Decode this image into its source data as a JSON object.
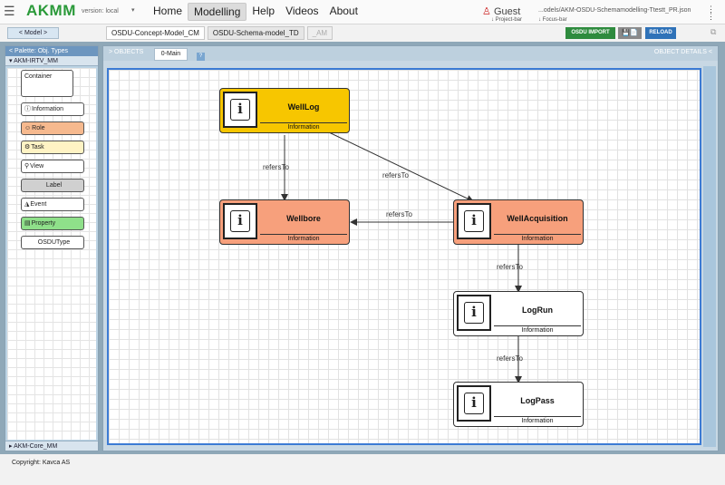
{
  "header": {
    "menu_icon": "hamburger-icon",
    "brand": "AKMM",
    "version": "version: local",
    "nav": [
      "Home",
      "Modelling",
      "Help",
      "Videos",
      "About"
    ],
    "active_nav": "Modelling",
    "user": "Guest",
    "project_bar": "↓ Project-bar",
    "file_path": "...odels/AKM-OSDU-Schemamodelling-Ttestt_PR.json",
    "focus_bar": "↓ Focus-bar"
  },
  "toolbar": {
    "model_button": "< Model >",
    "tabs": [
      "OSDU-Concept-Model_CM",
      "OSDU-Schema-model_TD",
      "_AM"
    ],
    "osdu_import": "OSDU IMPORT",
    "reload": "RELOAD"
  },
  "palette": {
    "title": "< Palette: Obj. Types",
    "section": "▾ AKM-IRTV_MM",
    "items": [
      {
        "label": "Container",
        "color": "#ffffff",
        "icon": ""
      },
      {
        "label": "Information",
        "color": "#ffffff",
        "icon": "info-icon"
      },
      {
        "label": "Role",
        "color": "#f6b98e",
        "icon": "role-icon"
      },
      {
        "label": "Task",
        "color": "#fff3c4",
        "icon": "task-icon"
      },
      {
        "label": "View",
        "color": "#ffffff",
        "icon": "magnifier-icon"
      },
      {
        "label": "Label",
        "color": "#d0d0d0",
        "icon": ""
      },
      {
        "label": "Event",
        "color": "#ffffff",
        "icon": "event-icon"
      },
      {
        "label": "Property",
        "color": "#8fe08a",
        "icon": "property-icon"
      },
      {
        "label": "OSDUType",
        "color": "#ffffff",
        "icon": ""
      }
    ],
    "bottom_section": "▸ AKM-Core_MM"
  },
  "pane": {
    "objects_tab": "> OBJECTS",
    "main_tab": "0-Main",
    "help_tab": "?",
    "details_tab": "OBJECT DETAILS <"
  },
  "diagram": {
    "nodes": [
      {
        "id": "welllog",
        "title": "WellLog",
        "type": "Information",
        "color": "#f7c600"
      },
      {
        "id": "wellbore",
        "title": "Wellbore",
        "type": "Information",
        "color": "#f7a07c"
      },
      {
        "id": "wellacq",
        "title": "WellAcquisition",
        "type": "Information",
        "color": "#f7a07c"
      },
      {
        "id": "logrun",
        "title": "LogRun",
        "type": "Information",
        "color": "#ffffff"
      },
      {
        "id": "logpass",
        "title": "LogPass",
        "type": "Information",
        "color": "#ffffff"
      }
    ],
    "links": [
      {
        "from": "welllog",
        "to": "wellbore",
        "label": "refersTo"
      },
      {
        "from": "welllog",
        "to": "wellacq",
        "label": "refersTo"
      },
      {
        "from": "wellacq",
        "to": "wellbore",
        "label": "refersTo"
      },
      {
        "from": "wellacq",
        "to": "logrun",
        "label": "refersTo"
      },
      {
        "from": "logrun",
        "to": "logpass",
        "label": "refersTo"
      }
    ]
  },
  "footer": {
    "copyright": "Copyright: Kavca AS"
  }
}
